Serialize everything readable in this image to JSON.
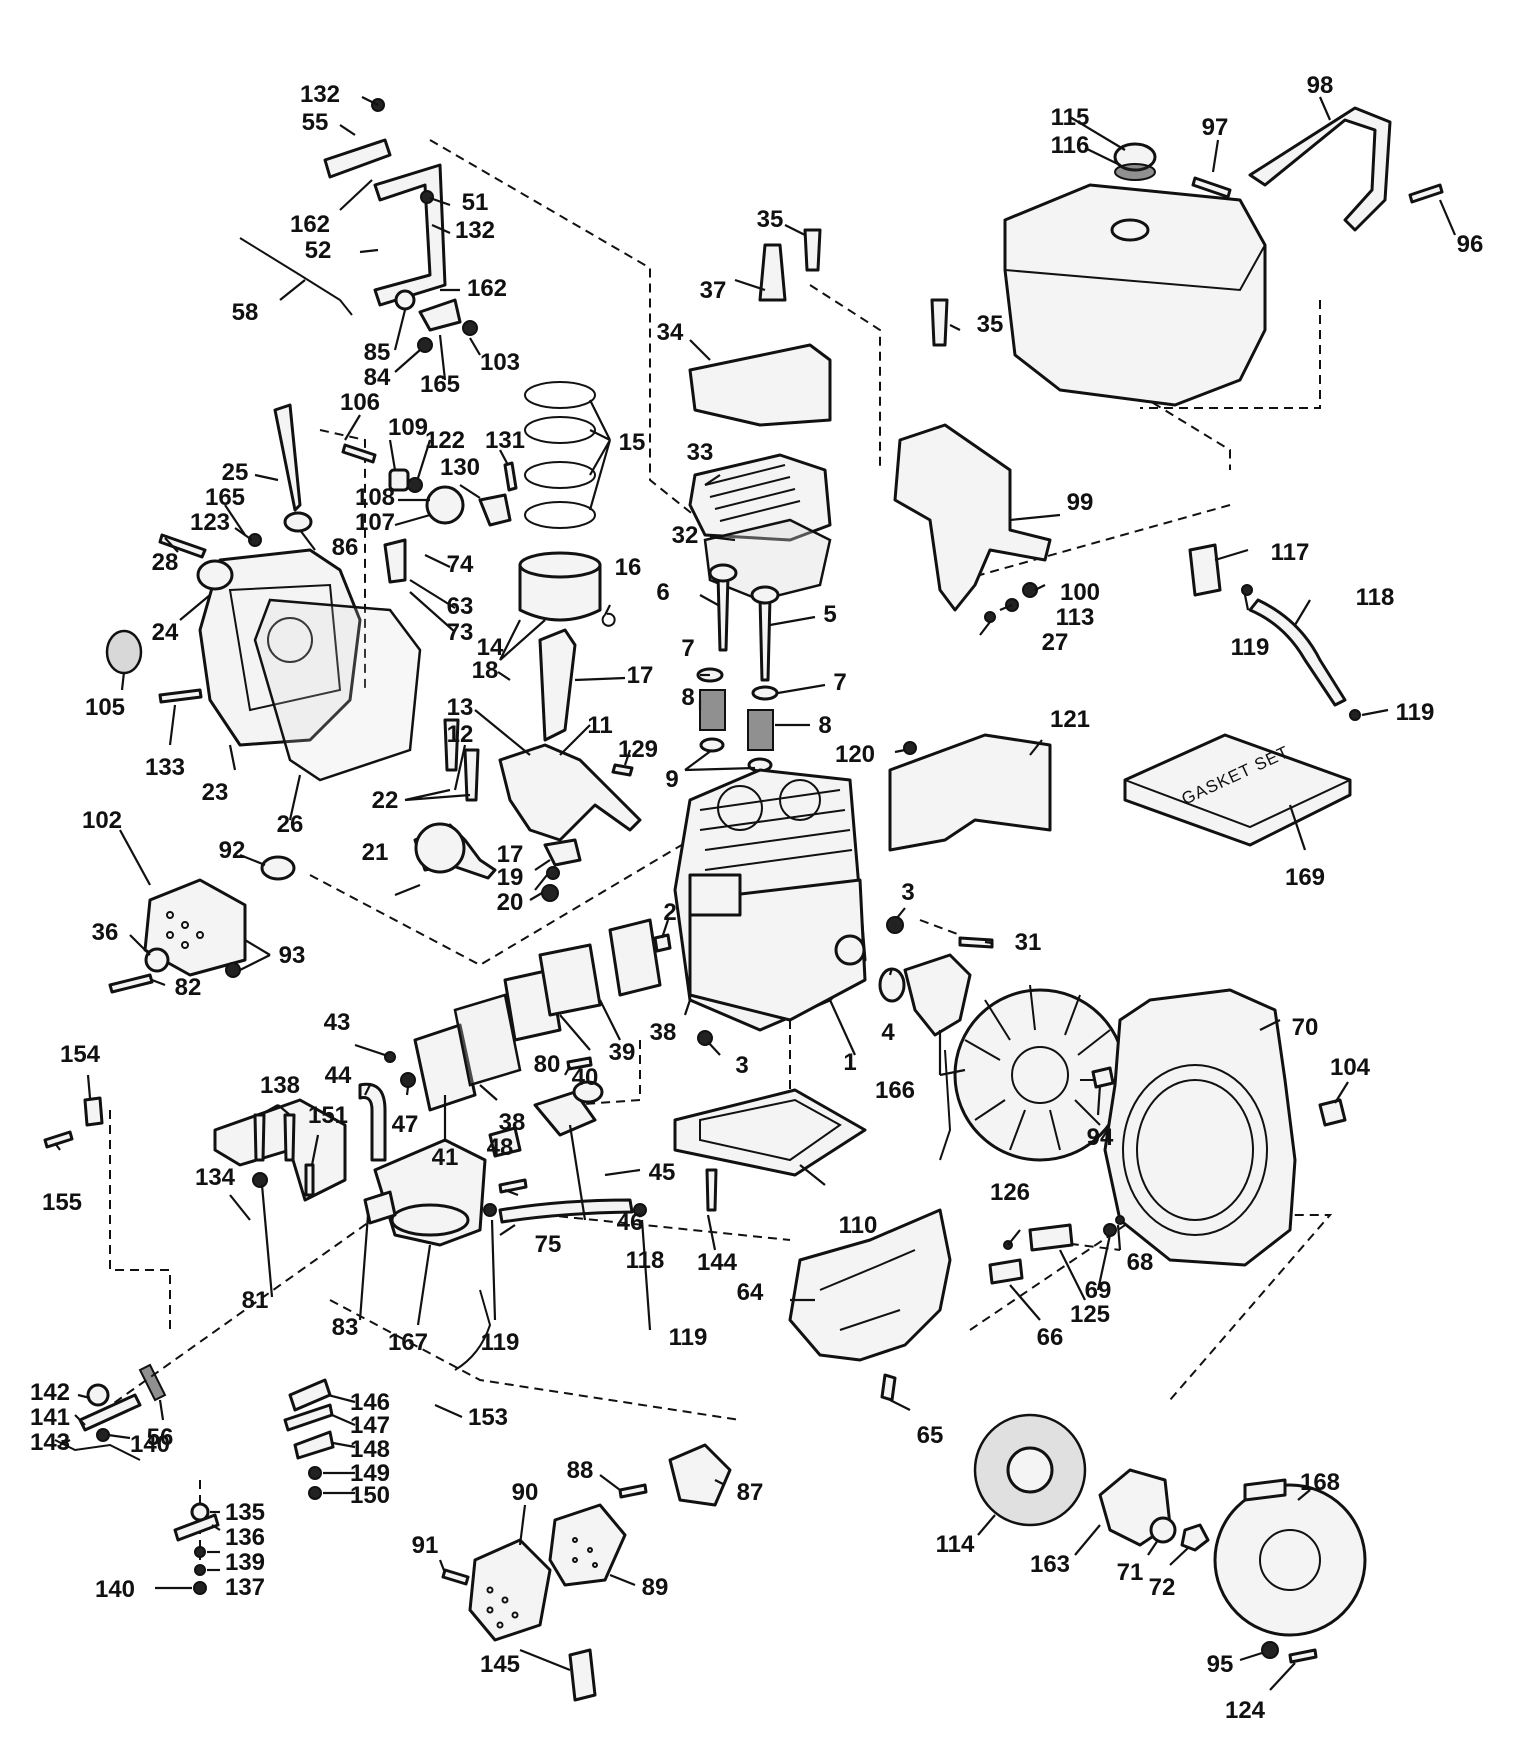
{
  "gasket_box": {
    "label": "GASKET SET"
  },
  "callouts": [
    "132",
    "55",
    "162",
    "51",
    "132",
    "52",
    "162",
    "58",
    "85",
    "84",
    "165",
    "103",
    "115",
    "116",
    "97",
    "98",
    "96",
    "35",
    "37",
    "35",
    "34",
    "106",
    "109",
    "122",
    "131",
    "15",
    "33",
    "25",
    "165",
    "130",
    "108",
    "107",
    "123",
    "86",
    "28",
    "74",
    "32",
    "24",
    "63",
    "73",
    "14",
    "16",
    "6",
    "5",
    "105",
    "18",
    "17",
    "7",
    "7",
    "8",
    "8",
    "13",
    "11",
    "133",
    "12",
    "129",
    "9",
    "23",
    "26",
    "22",
    "102",
    "92",
    "21",
    "17",
    "19",
    "20",
    "36",
    "93",
    "82",
    "2",
    "3",
    "31",
    "38",
    "39",
    "40",
    "3",
    "1",
    "4",
    "166",
    "99",
    "100",
    "113",
    "27",
    "117",
    "118",
    "119",
    "119",
    "120",
    "121",
    "169",
    "70",
    "104",
    "94",
    "43",
    "44",
    "47",
    "41",
    "38",
    "80",
    "45",
    "46",
    "48",
    "154",
    "155",
    "138",
    "151",
    "134",
    "75",
    "118",
    "81",
    "83",
    "167",
    "119",
    "119",
    "144",
    "110",
    "64",
    "65",
    "126",
    "68",
    "69",
    "125",
    "66",
    "142",
    "141",
    "143",
    "56",
    "140",
    "146",
    "147",
    "148",
    "149",
    "150",
    "153",
    "135",
    "136",
    "139",
    "137",
    "140",
    "88",
    "87",
    "91",
    "90",
    "89",
    "145",
    "114",
    "163",
    "71",
    "72",
    "168",
    "95",
    "124"
  ]
}
